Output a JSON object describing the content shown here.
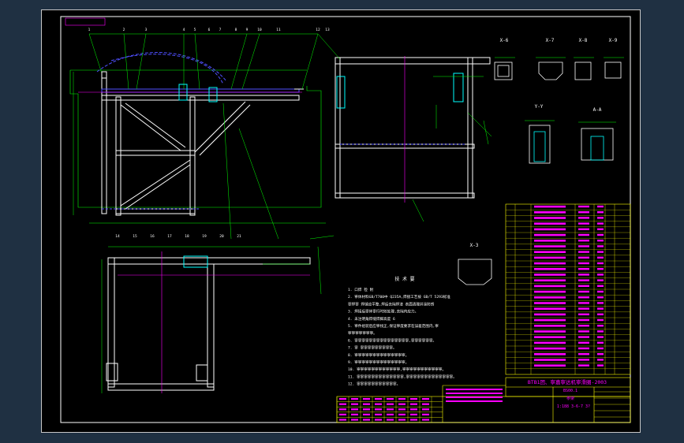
{
  "colors": {
    "background": "#000000",
    "frame": "#ffffff",
    "geometry": "#ffffff",
    "dimension": "#00ff00",
    "hidden": "#4f4fff",
    "centerline": "#ff00ff",
    "text_note": "#ffffff",
    "table_line": "#ffff00",
    "table_text": "#ff00ff"
  },
  "title_block": {
    "project": "BTB1团、寧嘉寧达机寧滑圈-2003",
    "drawing_no": "BS00.1",
    "drawing_name": "寧架",
    "scale_label": "1:188 3-6-7 3?"
  },
  "section_views": [
    "X-6",
    "X-7",
    "X-8",
    "X-9",
    "Y-Y",
    "A-A",
    "X-3"
  ],
  "notes": {
    "heading": "技 术 要",
    "lines": [
      "1. 口焊 检 附 ",
      "2. 寧体材料GB/T700中 Q235A,焊接工艺按 GB/T 5293标准",
      "   寧焊寧 焊缝应平整,焊后去除焊渣 表面清理并涂防锈",
      "3. 焊接后寧体寧行时效处理,去除内应力。",
      "4. 未注明角焊缝焊脚高度 6",
      "5. 寧件组装后应寧找正,保证寧度要求在误差范围内,寧",
      "   寧寧寧寧寧寧寧。",
      "6. 寧寧寧寧寧寧寧寧寧寧寧寧寧寧寧,寧寧寧寧寧寧。",
      "7. 寧 寧寧寧寧寧寧寧寧寧。",
      "8. 寧寧寧寧寧寧寧寧寧寧寧寧寧寧。",
      "9. 寧寧寧寧寧寧寧寧寧寧寧寧寧寧。",
      "10. 寧寧寧寧寧寧寧寧寧寧寧寧,寧寧寧寧寧寧寧寧寧寧寧。",
      "11. 寧寧寧寧寧寧寧寧寧寧寧寧寧,寧寧寧寧寧寧寧寧寧寧寧寧寧。",
      "12. 寧寧寧寧寧寧寧寧寧寧寧。"
    ]
  },
  "balloons_front": [
    "1",
    "2",
    "3",
    "4",
    "5",
    "6",
    "7",
    "8",
    "9",
    "10",
    "11",
    "12",
    "13",
    "14",
    "15",
    "16",
    "17",
    "18",
    "19",
    "20",
    "21"
  ],
  "bom_rows": 30
}
